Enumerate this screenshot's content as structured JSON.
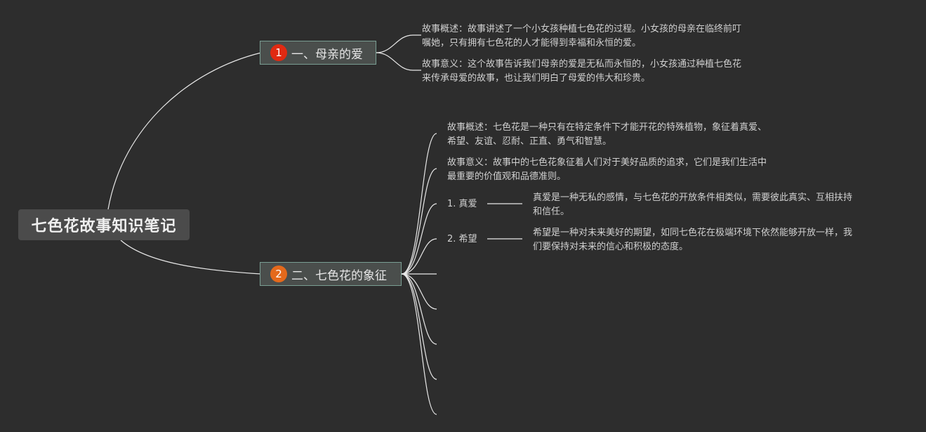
{
  "root": {
    "title": "七色花故事知识笔记"
  },
  "branch1": {
    "number": "1",
    "badge_color": "#e02a12",
    "label": "一、母亲的爱",
    "overview_1": "故事概述：故事讲述了一个小女孩种植七色花的过程。小女孩的母亲在临终前叮",
    "overview_2": "嘱她，只有拥有七色花的人才能得到幸福和永恒的爱。",
    "meaning_1": "故事意义：这个故事告诉我们母亲的爱是无私而永恒的，小女孩通过种植七色花",
    "meaning_2": "来传承母爱的故事，也让我们明白了母爱的伟大和珍贵。"
  },
  "branch2": {
    "number": "2",
    "badge_color": "#e4691c",
    "label": "二、七色花的象征",
    "overview_1": "故事概述：七色花是一种只有在特定条件下才能开花的特殊植物，象征着真爱、",
    "overview_2": "希望、友谊、忍耐、正直、勇气和智慧。",
    "meaning_1": "故事意义：故事中的七色花象征着人们对于美好品质的追求，它们是我们生活中",
    "meaning_2": "最重要的价值观和品德准则。",
    "items": [
      {
        "label": "1. 真爱",
        "desc_1": "真爱是一种无私的感情，与七色花的开放条件相类似，需要彼此真实、互相扶持",
        "desc_2": "和信任。"
      },
      {
        "label": "2. 希望",
        "desc_1": "希望是一种对未来美好的期望，如同七色花在极端环境下依然能够开放一样，我",
        "desc_2": "们要保持对未来的信心和积极的态度。"
      }
    ]
  },
  "colors": {
    "background": "#2d2d2d",
    "connector": "#e8e8e8",
    "branch_border": "#7a9e93"
  }
}
